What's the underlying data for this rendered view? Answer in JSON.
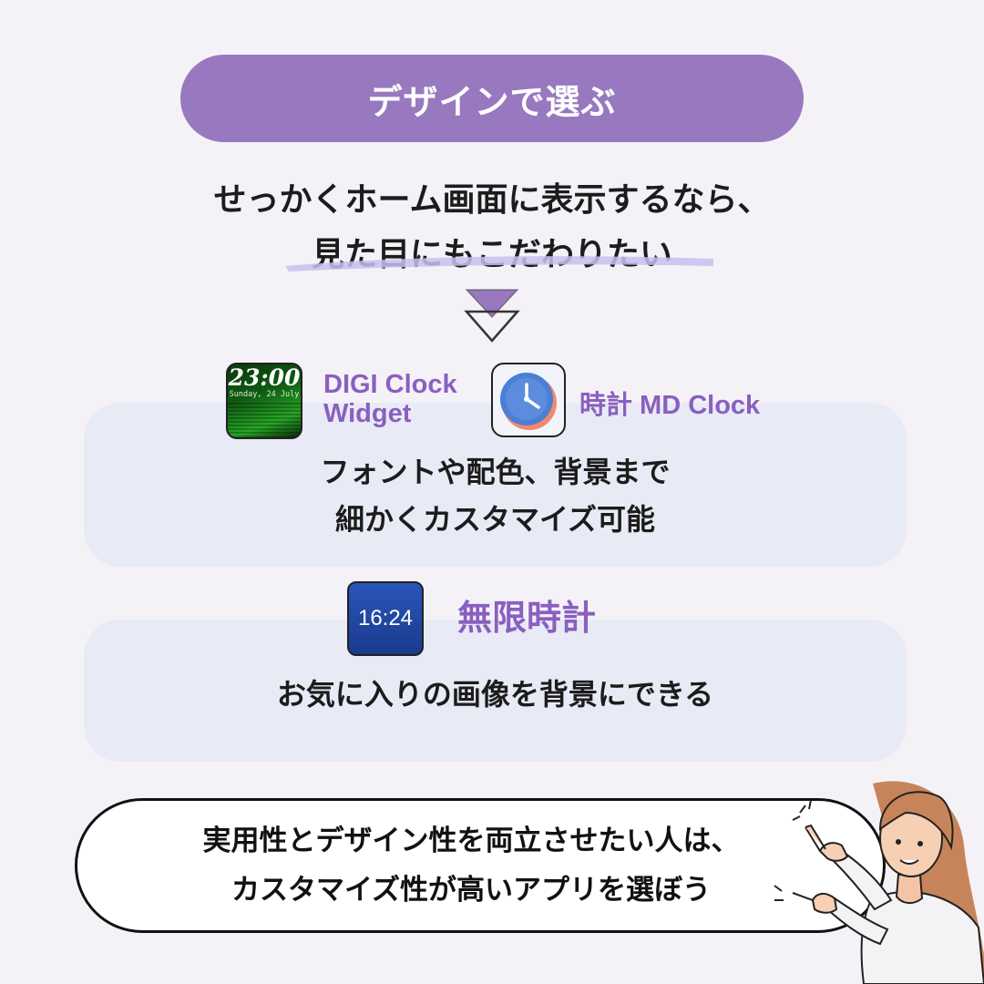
{
  "header": {
    "title": "デザインで選ぶ"
  },
  "intro": {
    "line1": "せっかくホーム画面に表示するなら、",
    "line2": "見た目にもこだわりたい"
  },
  "apps": [
    {
      "name_line1": "DIGI Clock",
      "name_line2": "Widget",
      "icon_time": "23:00",
      "icon_date": "Sunday, 24 July",
      "icon": "digital-clock-icon"
    },
    {
      "name": "時計 MD Clock",
      "icon": "analog-clock-icon"
    },
    {
      "name": "無限時計",
      "icon_time": "16:24",
      "icon": "blue-clock-icon"
    }
  ],
  "cards": [
    {
      "line1": "フォントや配色、背景まで",
      "line2": "細かくカスタマイズ可能"
    },
    {
      "line1": "お気に入りの画像を背景にできる"
    }
  ],
  "conclusion": {
    "line1": "実用性とデザイン性を両立させたい人は、",
    "line2": "カスタマイズ性が高いアプリを選ぼう"
  },
  "colors": {
    "accent": "#9878bf",
    "app_name": "#8a5fc0",
    "card_bg": "#e8ebf5",
    "page_bg": "#f4f2f7"
  }
}
